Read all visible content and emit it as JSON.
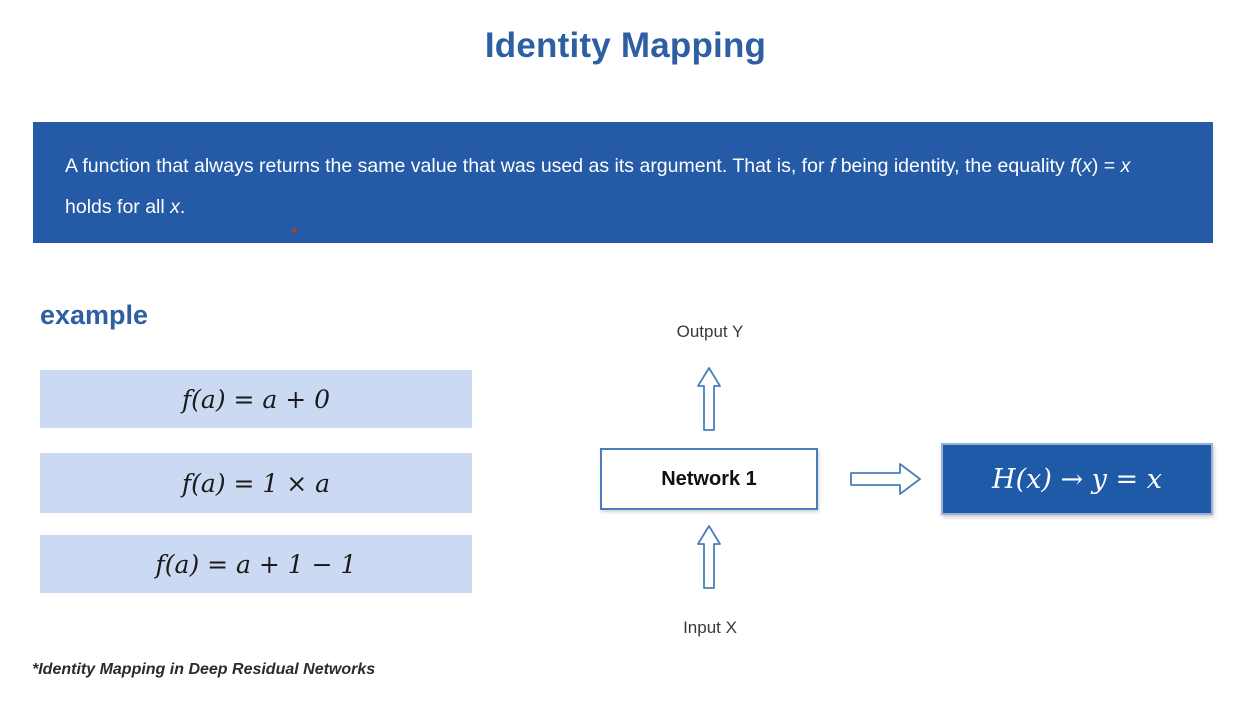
{
  "slide": {
    "title": "Identity Mapping",
    "title_color": "#2e5fa3",
    "banner_color": "#255aa6",
    "formula_box_color": "#ccd9f2",
    "result_box_color": "#1f5aa8"
  },
  "definition": {
    "part1": "A function that always returns the same value that was used as its argument. That is, for ",
    "f_italic": "f",
    "part2": " being identity, the equality ",
    "equation_f": "f",
    "equation_paren_open": "(",
    "equation_x1": "x",
    "equation_paren_close": ")",
    "equation_equals": " = ",
    "equation_x2": "x",
    "part3": " holds for all ",
    "x_final": "x",
    "period": "."
  },
  "example": {
    "heading": "example",
    "formulas": [
      "f(a) = a + 0",
      "f(a) = 1 × a",
      "f(a) = a + 1 − 1"
    ]
  },
  "diagram": {
    "output_label": "Output Y",
    "input_label": "Input X",
    "network_label": "Network 1",
    "result_equation": "H(x) → y = x",
    "arrow_up_top": "arrow-up-outline-icon",
    "arrow_up_bottom": "arrow-up-outline-icon",
    "arrow_right": "arrow-right-outline-icon"
  },
  "footnote": {
    "text": "*Identity Mapping in Deep Residual Networks"
  }
}
